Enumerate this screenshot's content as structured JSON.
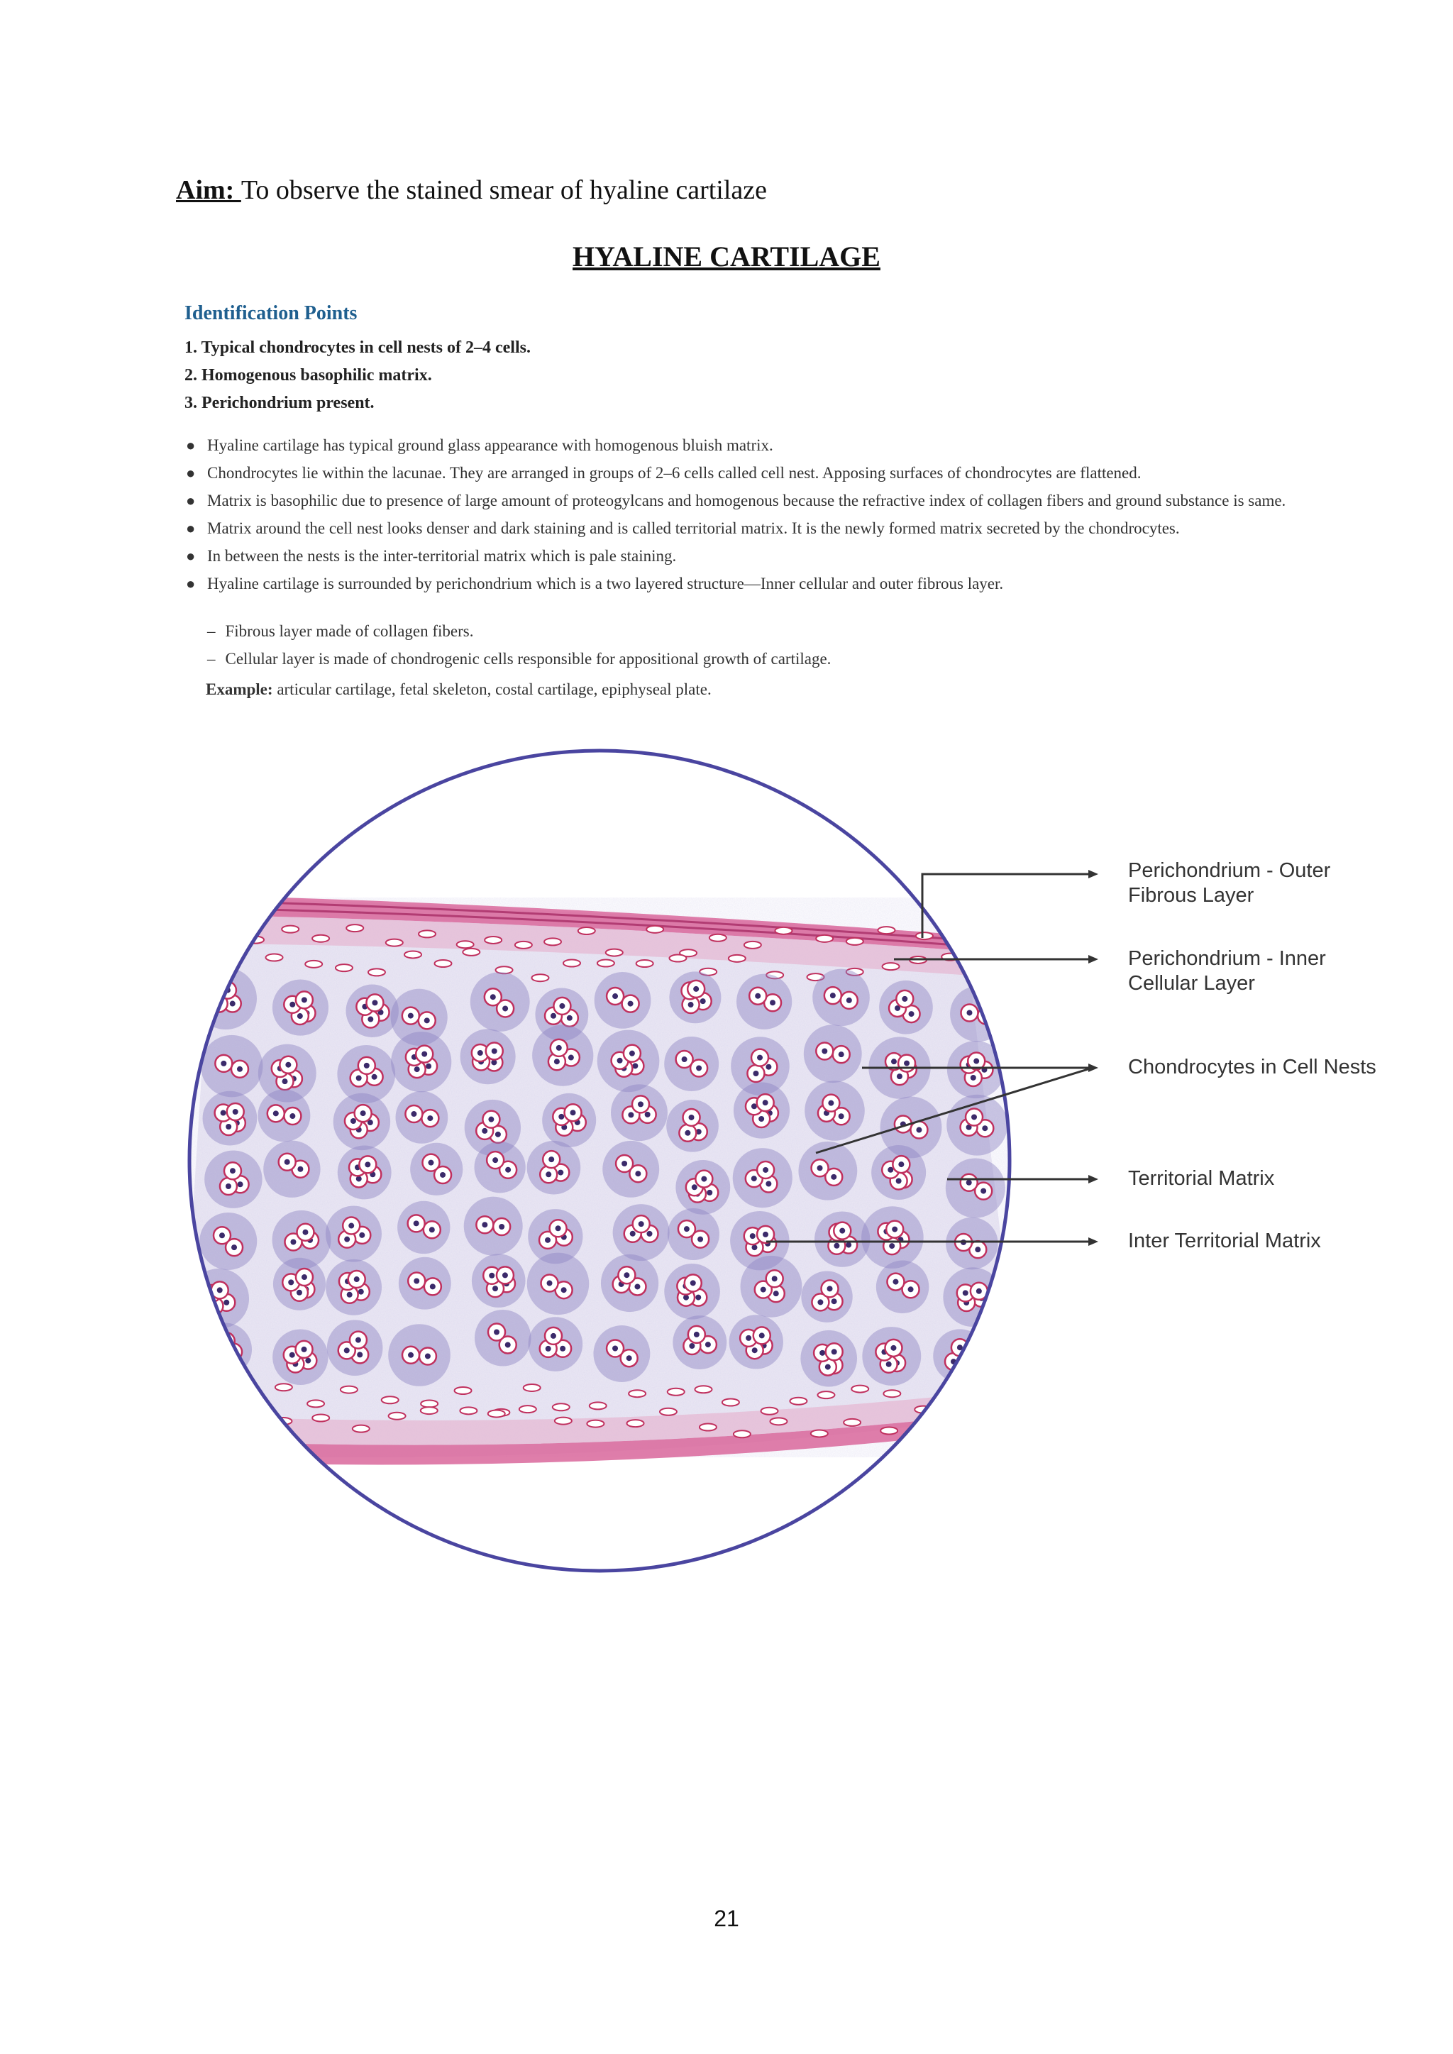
{
  "aim": {
    "label": "Aim: ",
    "text": "To observe the stained smear of hyaline cartilaze"
  },
  "title": "HYALINE CARTILAGE",
  "identification": {
    "heading": "Identification Points",
    "points": [
      "1. Typical chondrocytes in cell nests of 2–4 cells.",
      "2. Homogenous basophilic matrix.",
      "3. Perichondrium present."
    ]
  },
  "bullets": [
    "Hyaline cartilage has typical ground glass appearance with homogenous bluish matrix.",
    "Chondrocytes lie within the lacunae. They are arranged in groups of 2–6 cells called cell nest. Apposing surfaces of chondrocytes are flattened.",
    "Matrix is basophilic due to presence of large amount of proteogylcans and homogenous because the refractive index of collagen fibers and ground substance is same.",
    "Matrix around the cell nest looks denser and dark staining and is called territorial matrix. It is the newly formed matrix secreted by the chondrocytes.",
    "In between the nests is the inter-territorial matrix which is pale staining.",
    "Hyaline cartilage is surrounded by perichondrium which is a two layered structure—Inner cellular and outer fibrous layer."
  ],
  "sub_points": [
    "Fibrous layer made of collagen fibers.",
    "Cellular layer is made of chondrogenic cells responsible for appositional growth of cartilage."
  ],
  "example": {
    "label": "Example:",
    "text": " articular cartilage, fetal skeleton, costal cartilage, epiphyseal plate."
  },
  "figure": {
    "labels": [
      "Perichondrium - Outer\nFibrous Layer",
      "Perichondrium - Inner\nCellular Layer",
      "Chondrocytes in Cell Nests",
      "Territorial Matrix",
      "Inter Territorial Matrix"
    ],
    "colors": {
      "circle": "#4a45a0",
      "perichondrium": "#c8407a",
      "matrix": "#8f86c4",
      "cell_outline": "#c0305e",
      "leader": "#333333"
    }
  },
  "page_number": "21"
}
